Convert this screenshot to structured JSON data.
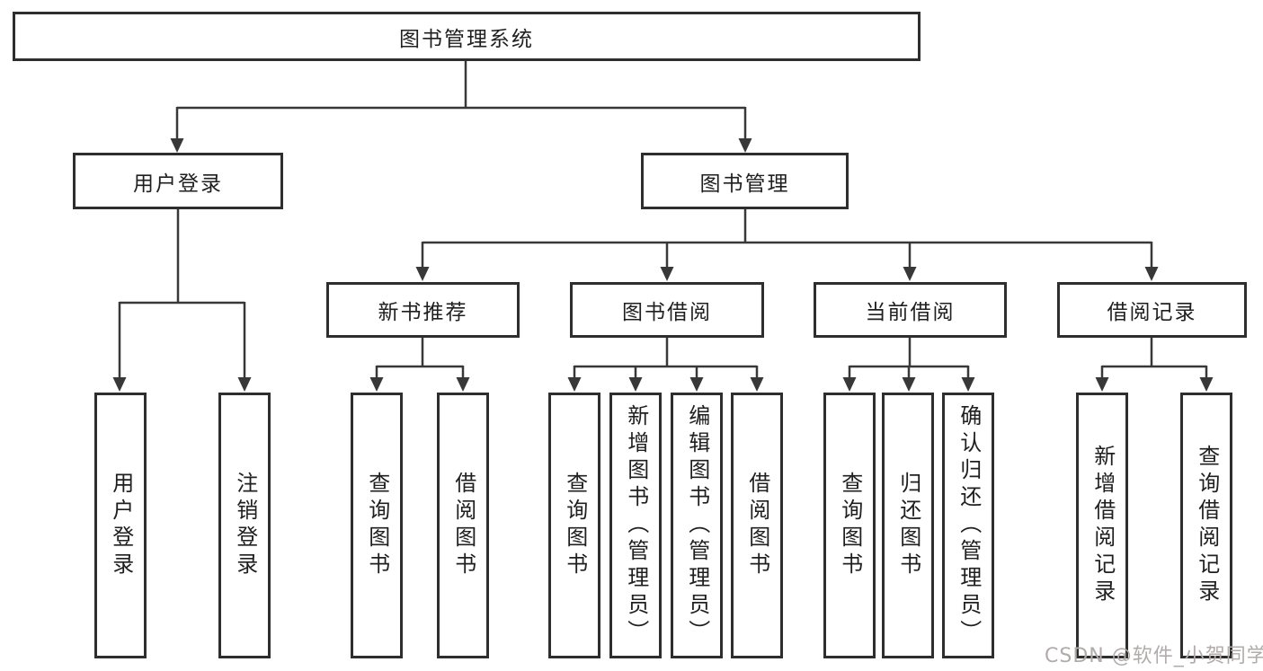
{
  "diagram_type": "hierarchy-tree",
  "tree": {
    "label": "图书管理系统",
    "children": [
      {
        "label": "用户登录",
        "children": [
          {
            "label": "用户登录"
          },
          {
            "label": "注销登录"
          }
        ]
      },
      {
        "label": "图书管理",
        "children": [
          {
            "label": "新书推荐",
            "children": [
              {
                "label": "查询图书"
              },
              {
                "label": "借阅图书"
              }
            ]
          },
          {
            "label": "图书借阅",
            "children": [
              {
                "label": "查询图书"
              },
              {
                "label": "新增图书（管理员）"
              },
              {
                "label": "编辑图书（管理员）"
              },
              {
                "label": "借阅图书"
              }
            ]
          },
          {
            "label": "当前借阅",
            "children": [
              {
                "label": "查询图书"
              },
              {
                "label": "归还图书"
              },
              {
                "label": "确认归还（管理员）"
              }
            ]
          },
          {
            "label": "借阅记录",
            "children": [
              {
                "label": "新增借阅记录"
              },
              {
                "label": "查询借阅记录"
              }
            ]
          }
        ]
      }
    ]
  },
  "colors": {
    "box_border": "#2e2e2e",
    "connector": "#383838",
    "text": "#1f1f1f",
    "watermark_text": "#b3abab",
    "background": "#ffffff"
  },
  "watermark": {
    "text": "CSDN @软件_小贺同学"
  }
}
